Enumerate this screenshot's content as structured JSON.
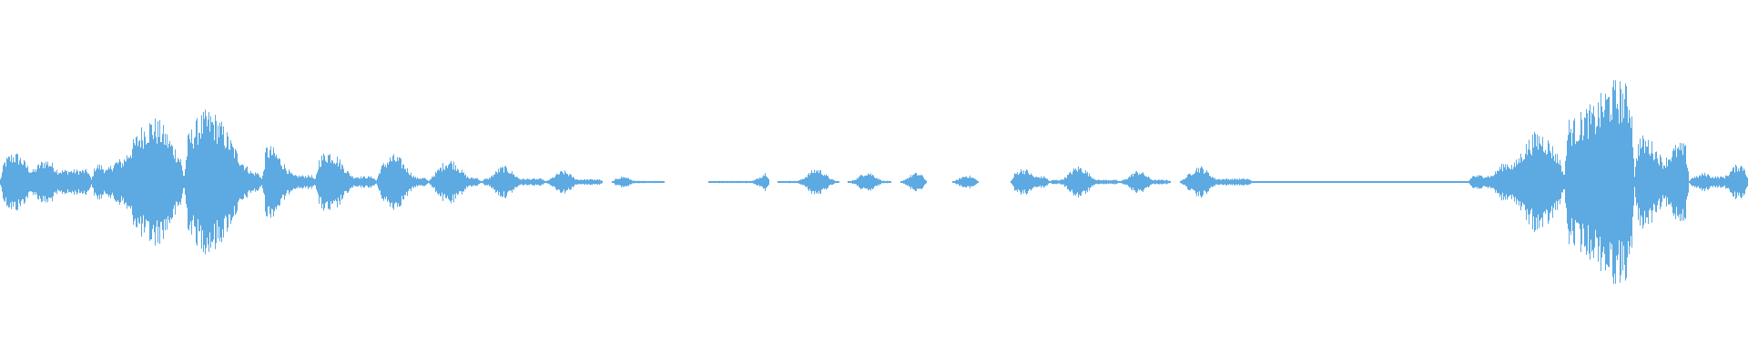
{
  "waveform": {
    "color": "#5DA9E1",
    "background": "#FFFFFF",
    "duration_fraction_segments": [
      {
        "start": 0.0,
        "end": 0.052,
        "level": 0.11,
        "peaks": [
          [
            0.008,
            0.26
          ],
          [
            0.026,
            0.2
          ],
          [
            0.045,
            0.08
          ]
        ]
      },
      {
        "start": 0.052,
        "end": 0.105,
        "level": 0.07,
        "peaks": [
          [
            0.056,
            0.16
          ],
          [
            0.068,
            0.2
          ],
          [
            0.087,
            0.56
          ],
          [
            0.098,
            0.12
          ]
        ]
      },
      {
        "start": 0.105,
        "end": 0.15,
        "level": 0.08,
        "peaks": [
          [
            0.119,
            0.62
          ],
          [
            0.13,
            0.14
          ],
          [
            0.146,
            0.09
          ]
        ]
      },
      {
        "start": 0.15,
        "end": 0.18,
        "level": 0.06,
        "peaks": [
          [
            0.153,
            0.32
          ],
          [
            0.16,
            0.14
          ],
          [
            0.17,
            0.06
          ]
        ]
      },
      {
        "start": 0.18,
        "end": 0.215,
        "level": 0.05,
        "peaks": [
          [
            0.188,
            0.28
          ],
          [
            0.203,
            0.05
          ]
        ]
      },
      {
        "start": 0.215,
        "end": 0.245,
        "level": 0.04,
        "peaks": [
          [
            0.225,
            0.24
          ],
          [
            0.235,
            0.04
          ]
        ]
      },
      {
        "start": 0.245,
        "end": 0.275,
        "level": 0.04,
        "peaks": [
          [
            0.257,
            0.2
          ]
        ]
      },
      {
        "start": 0.275,
        "end": 0.312,
        "level": 0.03,
        "peaks": [
          [
            0.288,
            0.14
          ]
        ]
      },
      {
        "start": 0.312,
        "end": 0.345,
        "level": 0.025,
        "peaks": [
          [
            0.322,
            0.1
          ]
        ]
      },
      {
        "start": 0.35,
        "end": 0.38,
        "level": 0.01,
        "peaks": [
          [
            0.356,
            0.05
          ]
        ]
      },
      {
        "start": 0.405,
        "end": 0.44,
        "level": 0.01,
        "peaks": [
          [
            0.44,
            0.1
          ]
        ]
      },
      {
        "start": 0.445,
        "end": 0.48,
        "level": 0.01,
        "peaks": [
          [
            0.467,
            0.12
          ]
        ]
      },
      {
        "start": 0.485,
        "end": 0.51,
        "level": 0.01,
        "peaks": [
          [
            0.496,
            0.09
          ]
        ]
      },
      {
        "start": 0.515,
        "end": 0.53,
        "level": 0.01,
        "peaks": [
          [
            0.524,
            0.08
          ]
        ]
      },
      {
        "start": 0.545,
        "end": 0.56,
        "level": 0.01,
        "peaks": [
          [
            0.553,
            0.06
          ]
        ]
      },
      {
        "start": 0.578,
        "end": 0.6,
        "level": 0.05,
        "peaks": [
          [
            0.585,
            0.12
          ]
        ]
      },
      {
        "start": 0.6,
        "end": 0.64,
        "level": 0.02,
        "peaks": [
          [
            0.617,
            0.14
          ]
        ]
      },
      {
        "start": 0.64,
        "end": 0.67,
        "level": 0.02,
        "peaks": [
          [
            0.651,
            0.1
          ]
        ]
      },
      {
        "start": 0.675,
        "end": 0.716,
        "level": 0.03,
        "peaks": [
          [
            0.686,
            0.14
          ]
        ]
      },
      {
        "start": 0.716,
        "end": 0.84,
        "level": 0.005,
        "peaks": []
      },
      {
        "start": 0.84,
        "end": 0.895,
        "level": 0.06,
        "peaks": [
          [
            0.862,
            0.18
          ],
          [
            0.88,
            0.44
          ]
        ]
      },
      {
        "start": 0.895,
        "end": 0.935,
        "level": 0.55,
        "peaks": [
          [
            0.91,
            0.66
          ],
          [
            0.925,
            0.88
          ]
        ]
      },
      {
        "start": 0.935,
        "end": 0.966,
        "level": 0.14,
        "peaks": [
          [
            0.94,
            0.4
          ],
          [
            0.961,
            0.34
          ]
        ]
      },
      {
        "start": 0.966,
        "end": 1.0,
        "level": 0.05,
        "peaks": [
          [
            0.975,
            0.08
          ],
          [
            0.995,
            0.16
          ]
        ]
      }
    ]
  }
}
